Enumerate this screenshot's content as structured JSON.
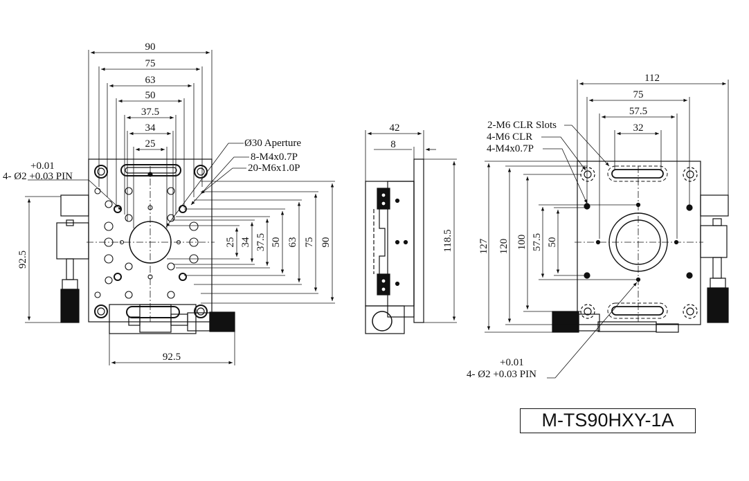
{
  "title": "M-TS90HXY-1A",
  "front_view": {
    "top_dims": [
      "90",
      "75",
      "63",
      "50",
      "37.5",
      "34",
      "25"
    ],
    "right_dims": [
      "25",
      "34",
      "37.5",
      "50",
      "63",
      "75",
      "90"
    ],
    "left_dim": "92.5",
    "bottom_dim": "92.5",
    "callouts": {
      "aperture": "Ø30 Aperture",
      "tap_m4": "8-M4x0.7P",
      "tap_m6": "20-M6x1.0P",
      "pin_tol": "+0.01",
      "pin": "4- Ø2 +0.03 PIN"
    }
  },
  "side_view": {
    "width_dim": "42",
    "plate_dim": "8",
    "height_dim": "118.5"
  },
  "rear_view": {
    "top_dims": [
      "112",
      "75",
      "57.5",
      "32"
    ],
    "left_dims": [
      "127",
      "120",
      "100",
      "57.5",
      "50"
    ],
    "callouts": {
      "slots": "2-M6 CLR Slots",
      "clr": "4-M6 CLR",
      "tap": "4-M4x0.7P",
      "pin_tol": "+0.01",
      "pin": "4- Ø2 +0.03 PIN"
    }
  }
}
